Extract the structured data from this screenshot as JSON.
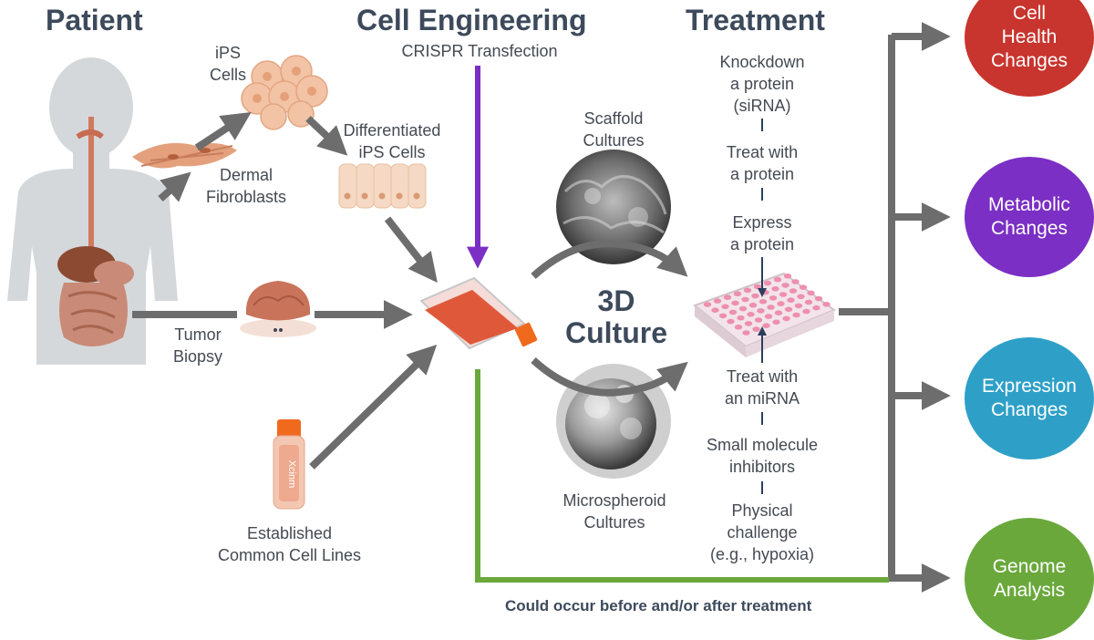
{
  "headers": {
    "patient": "Patient",
    "cell_engineering": "Cell Engineering",
    "treatment": "Treatment"
  },
  "labels": {
    "crispr": "CRISPR Transfection",
    "ips_cells": "iPS\nCells",
    "differentiated": "Differentiated\niPS Cells",
    "dermal": "Dermal\nFibroblasts",
    "tumor": "Tumor\nBiopsy",
    "established": "Established\nCommon Cell Lines",
    "scaffold": "Scaffold\nCultures",
    "microspheroid": "Microspheroid\nCultures",
    "culture_3d": "3D\nCulture",
    "footer": "Could occur before and/or after treatment",
    "vial_text": "Xcinm"
  },
  "treatments": [
    "Knockdown\na protein\n(siRNA)",
    "Treat with\na protein",
    "Express\na protein",
    "Treat with\nan miRNA",
    "Small molecule\ninhibitors",
    "Physical\nchallenge\n(e.g., hypoxia)"
  ],
  "outcomes": [
    {
      "label": "Cell\nHealth\nChanges",
      "color": "#c8352e"
    },
    {
      "label": "Metabolic\nChanges",
      "color": "#7b2fc4"
    },
    {
      "label": "Expression\nChanges",
      "color": "#2ea0c8"
    },
    {
      "label": "Genome\nAnalysis",
      "color": "#6aa83c"
    }
  ],
  "colors": {
    "arrow_gray": "#6d6d6d",
    "crispr_purple": "#7b2fc4",
    "footer_green": "#6aa83c",
    "header_text": "#3d4a5c"
  }
}
